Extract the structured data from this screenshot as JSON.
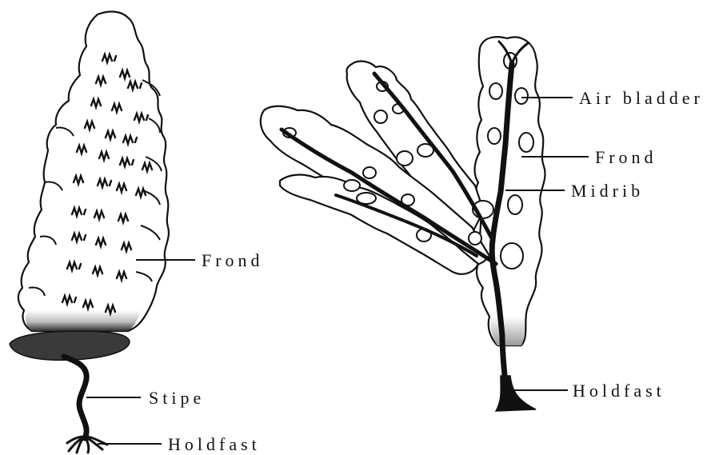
{
  "left_figure": {
    "labels": {
      "frond": "Frond",
      "stipe": "Stipe",
      "holdfast": "Holdfast"
    }
  },
  "right_figure": {
    "labels": {
      "air_bladder": "Air bladder",
      "frond": "Frond",
      "midrib": "Midrib",
      "holdfast": "Holdfast"
    }
  },
  "colors": {
    "ink": "#111111",
    "paper": "#ffffff",
    "shade": "#444444"
  }
}
